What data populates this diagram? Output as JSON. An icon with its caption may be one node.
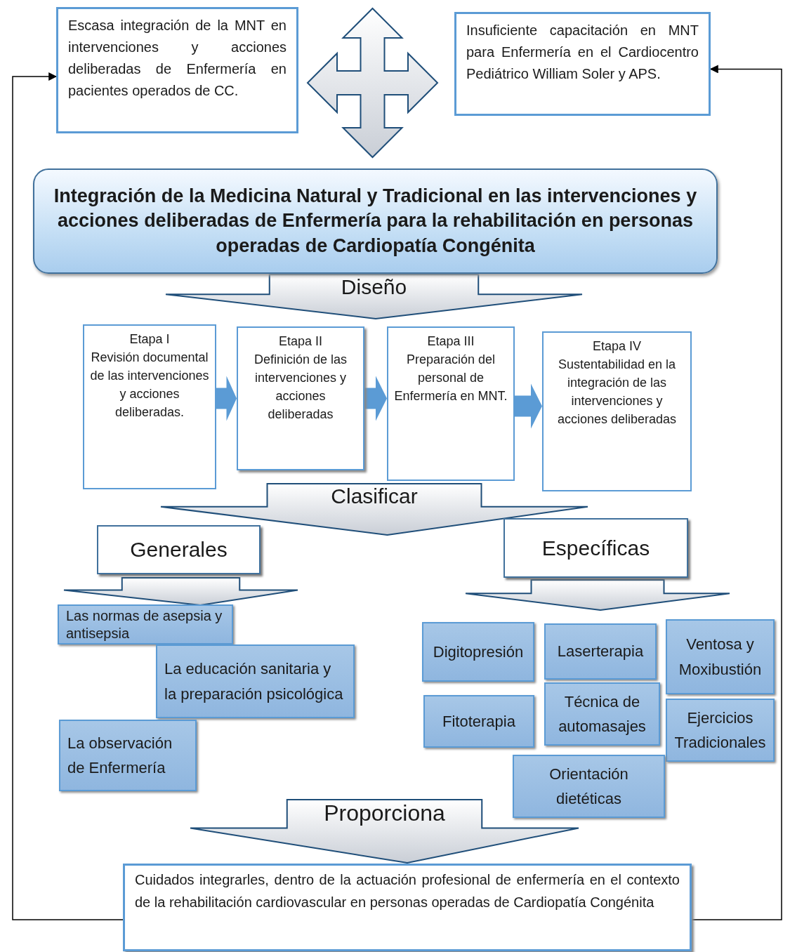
{
  "diagram": {
    "nodes": [
      {
        "text": [
          "Escasa integración de la MNT en intervenciones y acciones deliberadas de Enfermería en pacientes operados de CC."
        ]
      },
      {
        "text": [
          "Insuficiente capacitación en MNT para Enfermería en el Cardiocentro Pediátrico William Soler y APS."
        ]
      },
      {
        "text": [
          "Integración de la Medicina Natural y Tradicional en las intervenciones y acciones deliberadas de Enfermería para la rehabilitación en personas operadas de Cardiopatía Congénita"
        ]
      },
      {
        "text": [
          "Etapa I",
          "Revisión documental de las intervenciones y acciones deliberadas."
        ]
      },
      {
        "text": [
          "Etapa II",
          "Definición de las intervenciones y acciones deliberadas"
        ]
      },
      {
        "text": [
          "Etapa III",
          "Preparación del personal de Enfermería en MNT."
        ]
      },
      {
        "text": [
          "Etapa IV",
          "Sustentabilidad en la integración de las intervenciones y acciones deliberadas"
        ]
      },
      {
        "text": [
          "Generales"
        ]
      },
      {
        "text": [
          "Específicas"
        ]
      },
      {
        "text": [
          "Las normas de asepsia y antisepsia"
        ]
      },
      {
        "text": [
          "La educación sanitaria y la preparación psicológica"
        ]
      },
      {
        "text": [
          "La observación de Enfermería"
        ]
      },
      {
        "text": [
          "Digitopresión"
        ]
      },
      {
        "text": [
          "Laserterapia"
        ]
      },
      {
        "text": [
          "Ventosa y Moxibustión"
        ]
      },
      {
        "text": [
          "Fitoterapia"
        ]
      },
      {
        "text": [
          "Técnica de automasajes"
        ]
      },
      {
        "text": [
          "Ejercicios Tradicionales"
        ]
      },
      {
        "text": [
          "Orientación dietéticas"
        ]
      },
      {
        "text": [
          "Cuidados integrarles, dentro de la actuación profesional de enfermería en el contexto de la rehabilitación cardiovascular en personas operadas de Cardiopatía Congénita"
        ]
      }
    ],
    "edges": [
      {
        "from": 0,
        "to": 1,
        "arrow": "both"
      },
      {
        "from": null,
        "to": 2,
        "arrow": "both"
      },
      {
        "from": 2,
        "to": 4,
        "arrow": "to",
        "label": "Diseño"
      },
      {
        "from": 2,
        "to": 5,
        "arrow": "to"
      },
      {
        "from": 3,
        "to": 4,
        "arrow": "to",
        "style": "thick",
        "color": "#5b9bd5"
      },
      {
        "from": 4,
        "to": 5,
        "arrow": "to",
        "style": "thick",
        "color": "#5b9bd5"
      },
      {
        "from": 5,
        "to": 6,
        "arrow": "to",
        "style": "thick",
        "color": "#5b9bd5"
      },
      {
        "from": 3,
        "to": 7,
        "arrow": "to",
        "label": "Clasificar"
      },
      {
        "from": 6,
        "to": 8,
        "arrow": "to"
      },
      {
        "from": 7,
        "to": 9,
        "arrow": "to"
      },
      {
        "from": 7,
        "to": 10,
        "arrow": "to"
      },
      {
        "from": 8,
        "to": 13,
        "arrow": "to"
      },
      {
        "from": 10,
        "to": 19,
        "arrow": "to",
        "label": "Proporciona"
      },
      {
        "from": 18,
        "to": 19,
        "arrow": "to"
      },
      {
        "from": 19,
        "to": 0,
        "arrow": "to"
      },
      {
        "from": 19,
        "to": 1,
        "arrow": "to"
      }
    ]
  }
}
